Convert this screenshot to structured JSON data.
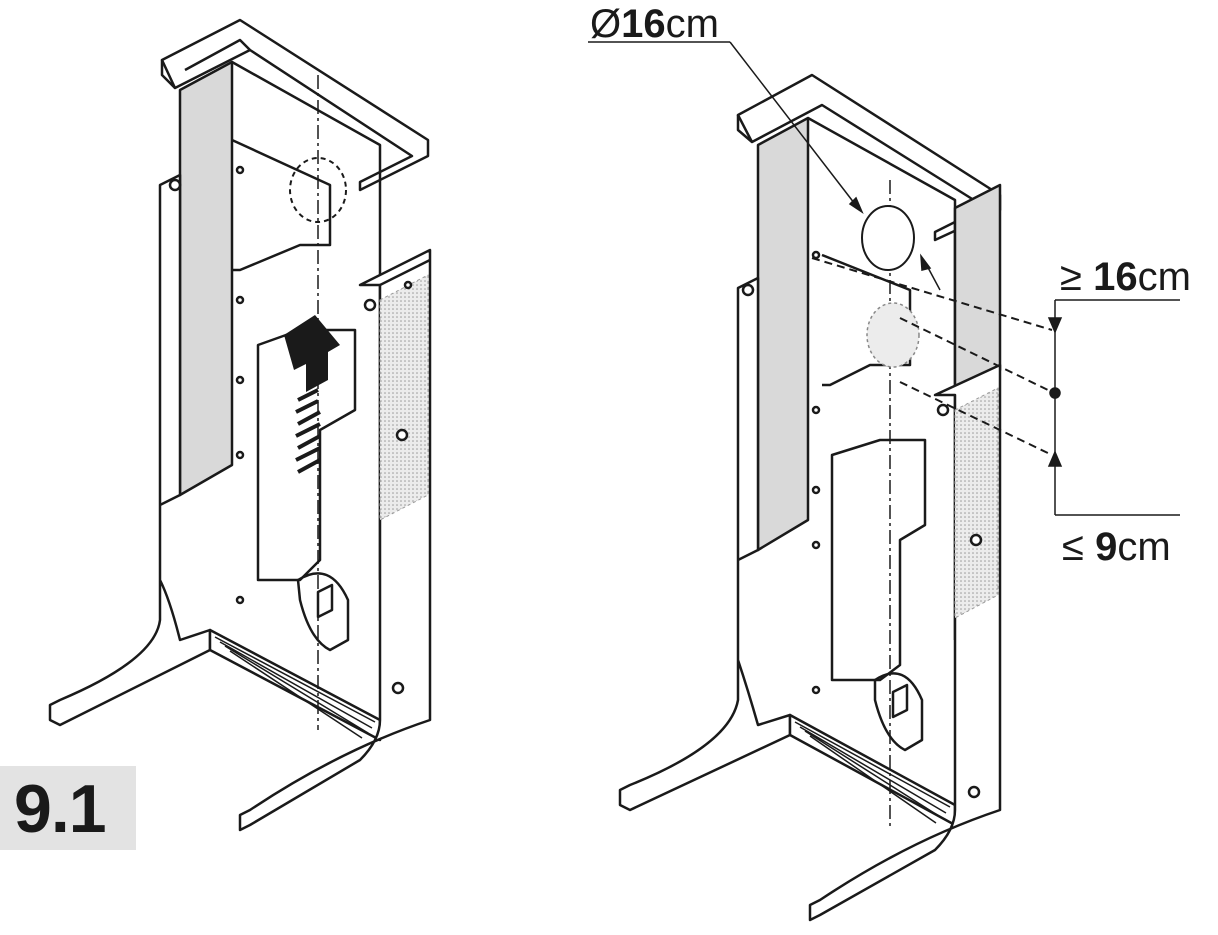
{
  "figure": {
    "number": "9.1"
  },
  "dimensions": {
    "diameter": {
      "symbol": "Ø",
      "value": "16",
      "unit": "cm"
    },
    "min_distance": {
      "symbol": "≥ ",
      "value": "16",
      "unit": "cm"
    },
    "max_distance": {
      "symbol": "≤ ",
      "value": "9",
      "unit": "cm"
    }
  },
  "colors": {
    "line": "#1a1a1a",
    "panel_fill": "#d9d9d9",
    "badge_fill": "#e3e3e3"
  }
}
